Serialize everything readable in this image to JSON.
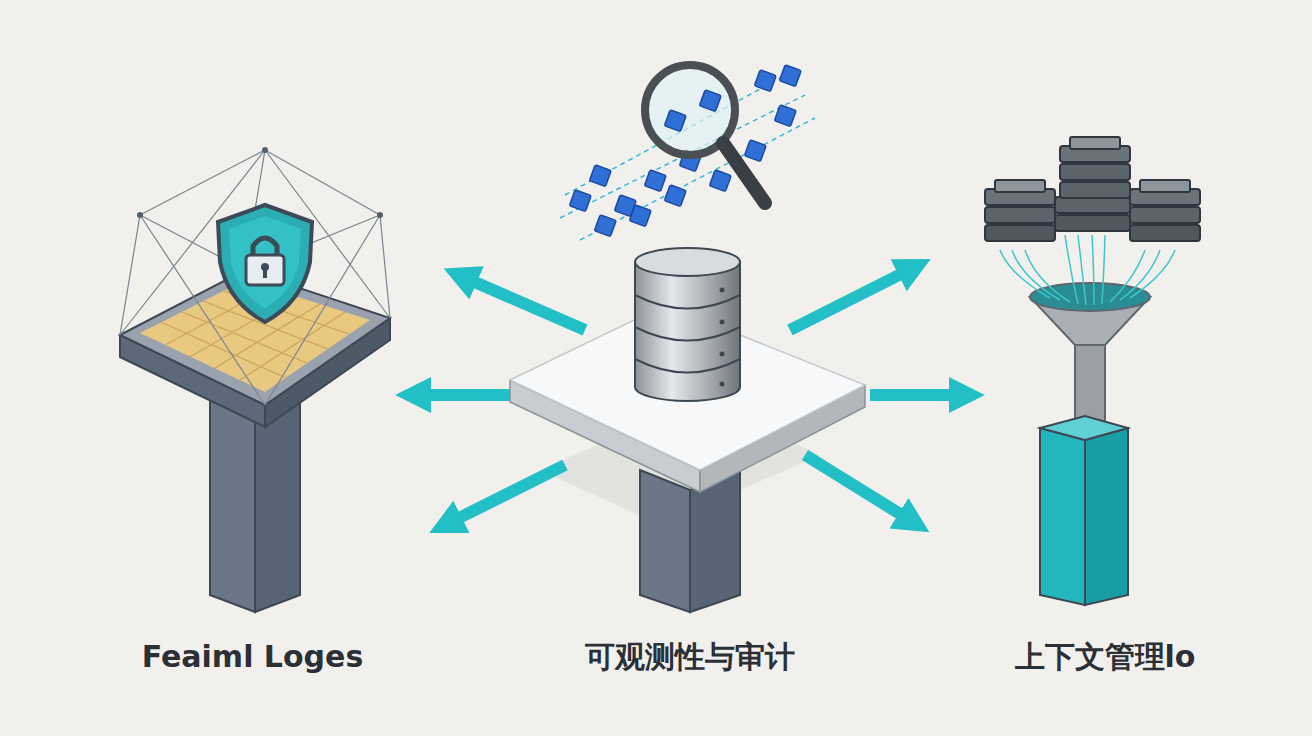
{
  "diagram": {
    "nodes": [
      {
        "text": [
          "Feaiml Loges"
        ]
      },
      {
        "text": [
          "可观测性与审计"
        ]
      },
      {
        "text": [
          "上下文管理lo"
        ]
      }
    ],
    "edges": [
      {
        "from": 1,
        "to": 0,
        "arrow": "to"
      },
      {
        "from": 1,
        "to": 2,
        "arrow": "to"
      }
    ]
  }
}
